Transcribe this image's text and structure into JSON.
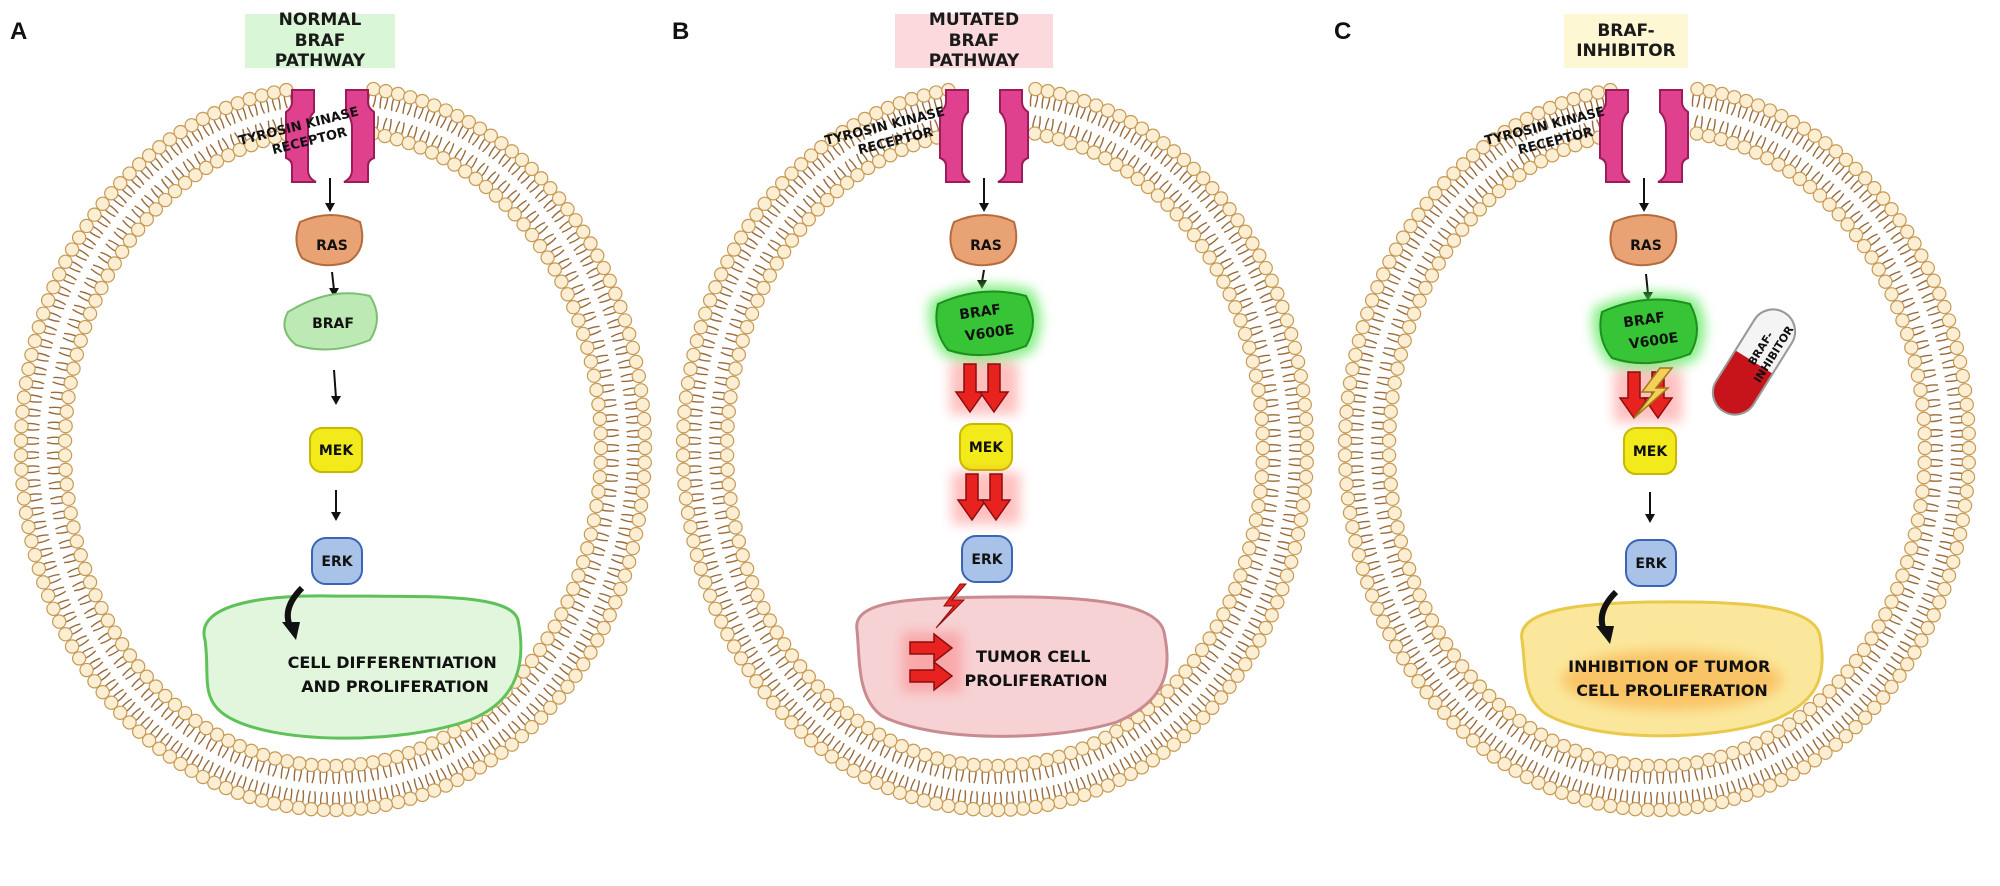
{
  "panels": [
    {
      "letter": "A",
      "title": "NORMAL BRAF\nPATHWAY",
      "title_bg": "#d9f7d6",
      "receptor_line1": "TYROSIN KINASE",
      "receptor_line2": "RECEPTOR",
      "ras": "RAS",
      "braf_line1": "BRAF",
      "braf_line2": "",
      "mek": "MEK",
      "erk": "ERK",
      "outcome_line1": "CELL DIFFERENTIATION",
      "outcome_line2": "AND PROLIFERATION",
      "nucleus_fill": "#e1f6dd",
      "nucleus_stroke": "#5fc15a"
    },
    {
      "letter": "B",
      "title": "MUTATED BRAF\nPATHWAY",
      "title_bg": "#fbd9dc",
      "receptor_line1": "TYROSIN KINASE",
      "receptor_line2": "RECEPTOR",
      "ras": "RAS",
      "braf_line1": "BRAF",
      "braf_line2": "V600E",
      "mek": "MEK",
      "erk": "ERK",
      "outcome_line1": "TUMOR CELL",
      "outcome_line2": "PROLIFERATION",
      "nucleus_fill": "#f7d2d4",
      "nucleus_stroke": "#c98b90"
    },
    {
      "letter": "C",
      "title": "BRAF-\nINHIBITOR",
      "title_bg": "#fdf7d4",
      "receptor_line1": "TYROSIN KINASE",
      "receptor_line2": "RECEPTOR",
      "ras": "RAS",
      "braf_line1": "BRAF",
      "braf_line2": "V600E",
      "mek": "MEK",
      "erk": "ERK",
      "pill_line1": "BRAF-",
      "pill_line2": "INHIBITOR",
      "outcome_line1": "INHIBITION OF TUMOR",
      "outcome_line2": "CELL PROLIFERATION",
      "nucleus_fill": "#fbe79c",
      "nucleus_stroke": "#e8c94a"
    }
  ],
  "colors": {
    "membrane_head": "#fbeed2",
    "membrane_head_stroke": "#c79a56",
    "membrane_tail": "#9a6a3a",
    "receptor": "#e0418f",
    "ras": "#e8a274",
    "braf_normal": "#bdeab4",
    "braf_mutant": "#37c537",
    "mek": "#f2ea1a",
    "erk": "#a9c3e8",
    "red_arrow": "#e8231f",
    "pill_red": "#c7141a"
  }
}
